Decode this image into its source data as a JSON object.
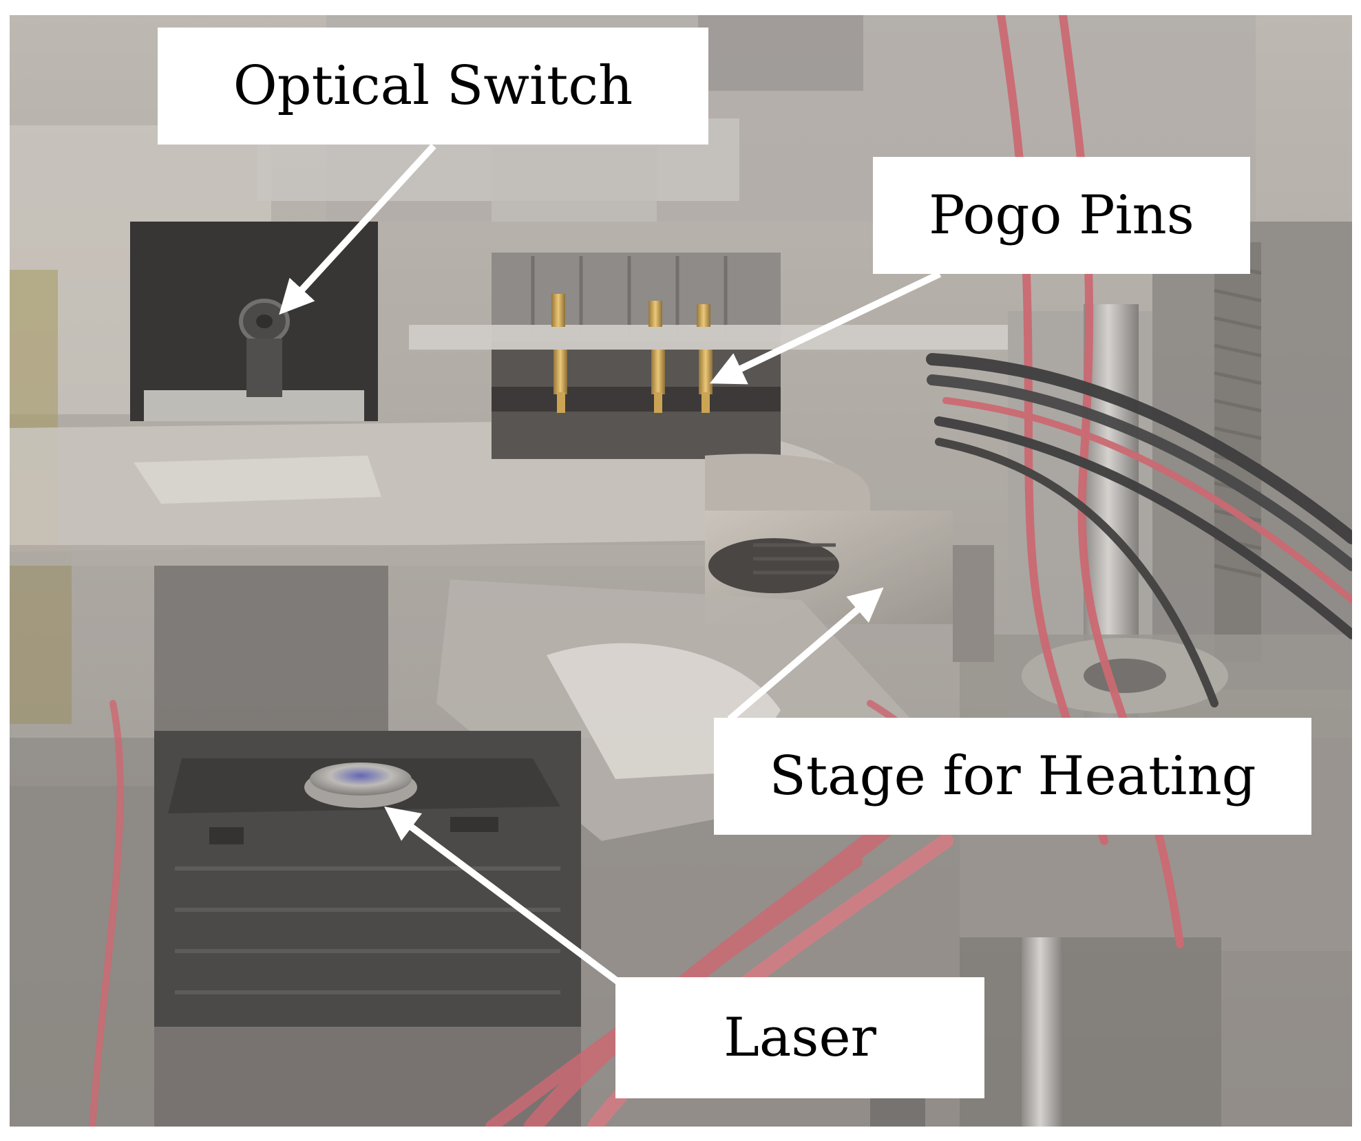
{
  "labels": {
    "optical_switch": "Optical Switch",
    "pogo_pins": "Pogo Pins",
    "stage_for_heating": "Stage for Heating",
    "laser": "Laser"
  },
  "colors": {
    "background_haze": "#8d8a86",
    "wire_red": "#c9535f",
    "wire_black": "#1e1e20",
    "pin_gold": "#c89a3a",
    "label_background": "#ffffff",
    "arrow": "#ffffff"
  }
}
